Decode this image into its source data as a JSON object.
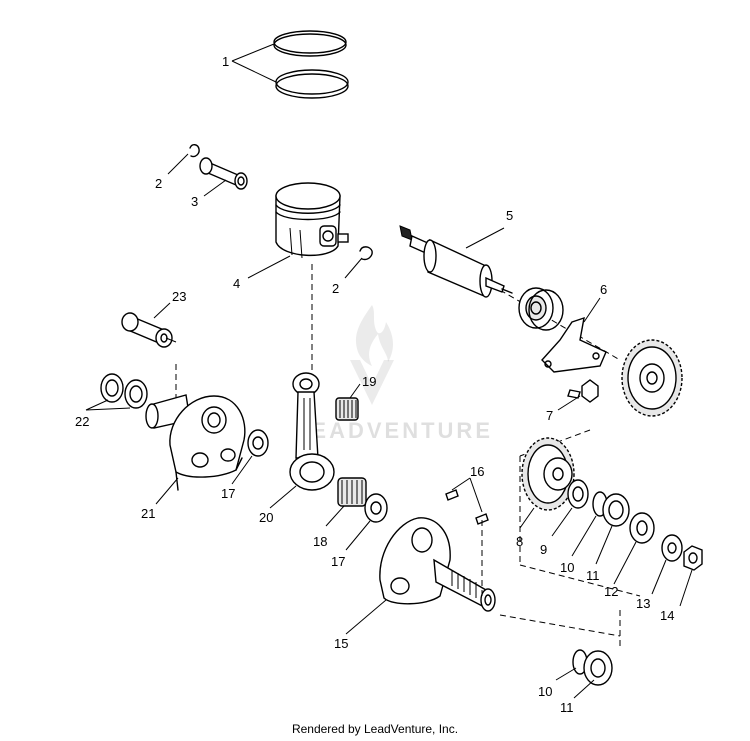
{
  "watermark": {
    "text": "LEADVENTURE"
  },
  "footer": {
    "credit": "Rendered by LeadVenture, Inc."
  },
  "labels": {
    "c1": "1",
    "c2a": "2",
    "c2b": "2",
    "c3": "3",
    "c4": "4",
    "c5": "5",
    "c6": "6",
    "c7": "7",
    "c8": "8",
    "c9": "9",
    "c10a": "10",
    "c10b": "10",
    "c11a": "11",
    "c11b": "11",
    "c12": "12",
    "c13": "13",
    "c14": "14",
    "c15": "15",
    "c16": "16",
    "c17a": "17",
    "c17b": "17",
    "c18": "18",
    "c19": "19",
    "c20": "20",
    "c21": "21",
    "c22": "22",
    "c23": "23"
  }
}
